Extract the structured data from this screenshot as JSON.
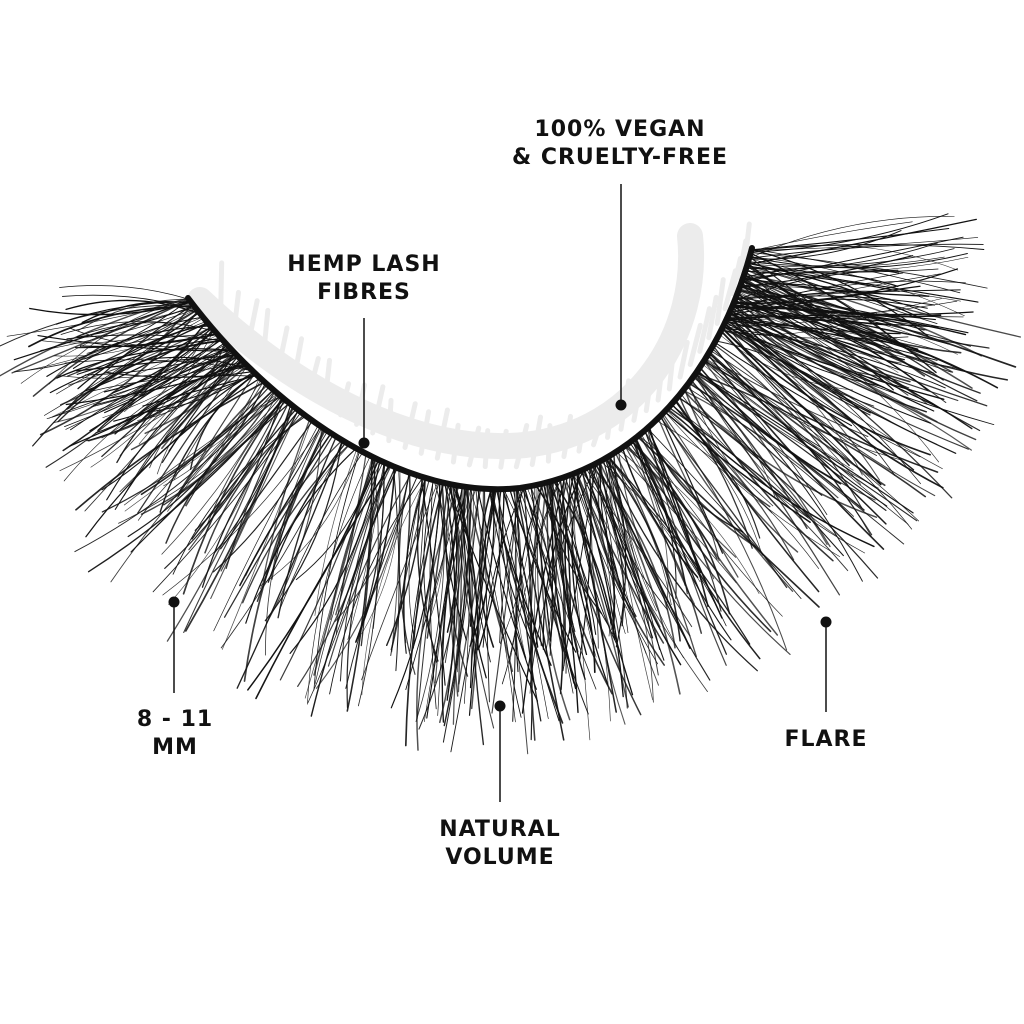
{
  "labels": {
    "vegan_line1": "100% VEGAN",
    "vegan_line2": "& CRUELTY-FREE",
    "hemp_line1": "HEMP LASH",
    "hemp_line2": "FIBRES",
    "length_line1": "8 - 11",
    "length_line2": "MM",
    "volume_line1": "NATURAL",
    "volume_line2": "VOLUME",
    "flare": "FLARE"
  },
  "colors": {
    "background": "#ffffff",
    "lash": "#111111",
    "shadow": "#ececec",
    "text": "#111111"
  }
}
